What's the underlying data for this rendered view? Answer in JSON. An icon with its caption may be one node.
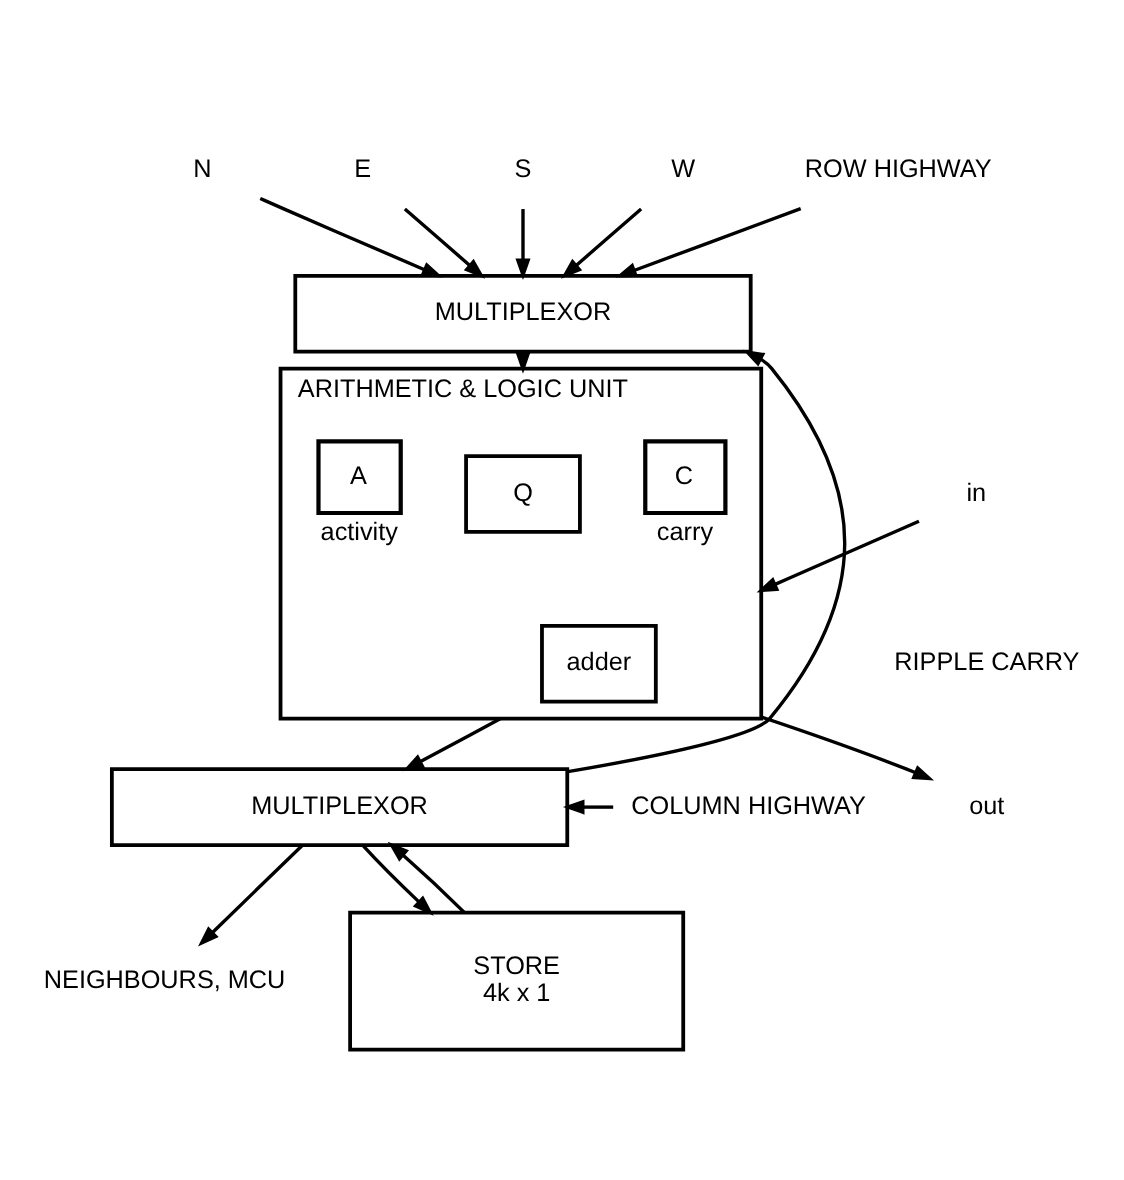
{
  "diagram": {
    "nodes": [
      {
        "text": [
          "N"
        ]
      },
      {
        "text": [
          "E"
        ]
      },
      {
        "text": [
          "S"
        ]
      },
      {
        "text": [
          "W"
        ]
      },
      {
        "text": [
          "ROW HIGHWAY"
        ]
      },
      {
        "text": [
          "MULTIPLEXOR"
        ]
      },
      {
        "text": [
          "ARITHMETIC & LOGIC UNIT"
        ]
      },
      {
        "text": [
          "A"
        ],
        "in": 6,
        "beside": [
          "activity"
        ]
      },
      {
        "text": [
          "Q"
        ],
        "in": 6
      },
      {
        "text": [
          "C"
        ],
        "in": 6,
        "beside": [
          "carry"
        ]
      },
      {
        "text": [
          "adder"
        ],
        "in": 6
      },
      {
        "text": [
          "in"
        ]
      },
      {
        "text": [
          "out"
        ]
      },
      {
        "text": [
          "COLUMN HIGHWAY"
        ]
      },
      {
        "text": [
          "MULTIPLEXOR"
        ]
      },
      {
        "text": [
          "NEIGHBOURS, MCU"
        ]
      },
      {
        "text": [
          "STORE",
          "4k x 1"
        ]
      }
    ],
    "edges": [
      {
        "from": 0,
        "to": 5,
        "arrow": "to"
      },
      {
        "from": 1,
        "to": 5,
        "arrow": "to"
      },
      {
        "from": 2,
        "to": 5,
        "arrow": "to"
      },
      {
        "from": 3,
        "to": 5,
        "arrow": "to"
      },
      {
        "from": 4,
        "to": 5,
        "arrow": "to"
      },
      {
        "from": 14,
        "to": 5,
        "arrow": "to"
      },
      {
        "from": 5,
        "to": 6,
        "arrow": "to"
      },
      {
        "from": 11,
        "to": 6,
        "arrow": "to"
      },
      {
        "from": 6,
        "to": 12,
        "arrow": "to"
      },
      {
        "from": 6,
        "to": 14,
        "arrow": "to"
      },
      {
        "from": 13,
        "to": 14,
        "arrow": "to"
      },
      {
        "from": 16,
        "to": 14,
        "arrow": "to"
      },
      {
        "from": 14,
        "to": 15,
        "arrow": "to"
      },
      {
        "from": 14,
        "to": 16,
        "arrow": "to"
      }
    ],
    "labels": [
      "RIPPLE CARRY"
    ]
  }
}
